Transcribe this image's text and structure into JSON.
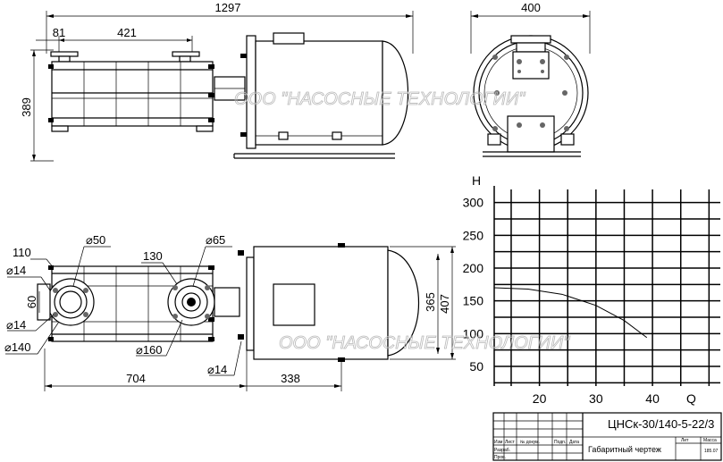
{
  "watermark": "ООО \"НАСОСНЫЕ ТЕХНОЛОГИИ\"",
  "dimensions": {
    "overall_length": "1297",
    "end_width": "400",
    "d81": "81",
    "d421": "421",
    "height_389": "389",
    "d110": "110",
    "phi14_a": "⌀14",
    "d60": "60",
    "phi14_b": "⌀14",
    "phi140": "⌀140",
    "phi50": "⌀50",
    "d130": "130",
    "phi65": "⌀65",
    "phi160": "⌀160",
    "phi14_c": "⌀14",
    "d365": "365",
    "d407": "407",
    "d704": "704",
    "d338": "338"
  },
  "chart_data": {
    "type": "line",
    "ylabel": "H",
    "xlabel": "Q",
    "xlim": [
      12,
      52
    ],
    "ylim": [
      20,
      320
    ],
    "x_ticks": [
      20,
      30,
      40
    ],
    "y_ticks": [
      50,
      100,
      150,
      200,
      250,
      300
    ],
    "grid": true,
    "series": [
      {
        "x": [
          12,
          18,
          24,
          30,
          35,
          39
        ],
        "y": [
          170,
          168,
          160,
          143,
          120,
          94
        ]
      }
    ]
  },
  "title_block": {
    "designation": "ЦНСк-30/140-5-22/3",
    "title": "Габаритный чертеж",
    "col_izm": "Изм",
    "col_list": "Лист",
    "col_doc": "№ докум.",
    "col_sign": "Подп.",
    "col_date": "Дата",
    "row_razrab": "Разраб.",
    "row_prov": "Пров.",
    "lit": "Лит",
    "massa": "Масса",
    "massa_value": "185.07"
  }
}
